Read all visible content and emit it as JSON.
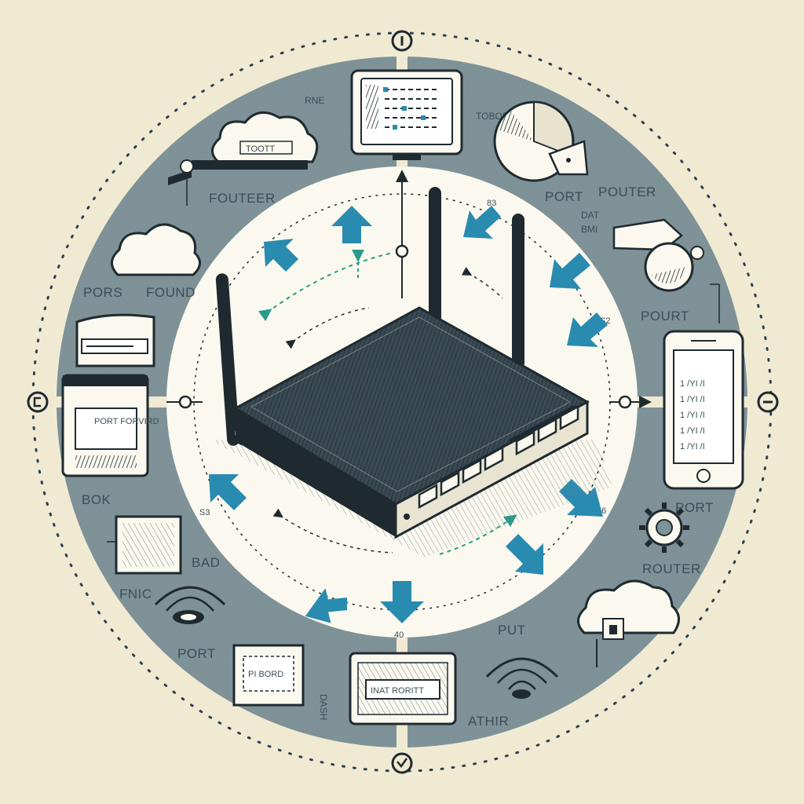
{
  "title": "",
  "colors": {
    "background": "#f1ead3",
    "ring": "#7e9298",
    "inner_disc": "#fbf9ef",
    "ink": "#1f2a30",
    "arrow": "#2a8bb0",
    "dashed_arc": "#2a9b8c"
  },
  "labels": {
    "top_left_router": "FOUTEER",
    "top_right_port": "PORT",
    "top_right_router": "POUTER",
    "top_right_small_1": "DAT",
    "top_right_small_2": "BMI",
    "right_port": "POURT",
    "right_port_2": "PORT",
    "right_router": "ROUTER",
    "left_ports": "PORS",
    "left_found": "FOUND",
    "left_box_text": "PORT FORVIRD",
    "left_bok": "BOK",
    "left_bad": "BAD",
    "left_fnic": "FNIC",
    "bottom_left_port": "PORT",
    "bottom_put": "PUT",
    "bottom_athr": "ATHIR",
    "bottom_dash": "DASH",
    "bottom_box_text": "INAT RORITT",
    "top_rne": "RNE",
    "top_tober": "TOBOR",
    "cloud_text": "TOOTT",
    "num_83": "83",
    "num_s2": "S2",
    "num_s3": "S3",
    "num_86": "86",
    "num_40": "40",
    "phone_rows": [
      "1 /YI /I",
      "1 /YI /I",
      "1 /YI /I",
      "1 /YI /I",
      "1 /YI /I"
    ],
    "card_text": "PI BORD"
  },
  "icons": [
    "router-icon",
    "monitor-icon",
    "cloud-icon",
    "pie-chart-icon",
    "phone-icon",
    "gear-icon",
    "wifi-icon",
    "port-forward-box-icon",
    "server-icon",
    "document-icon"
  ]
}
